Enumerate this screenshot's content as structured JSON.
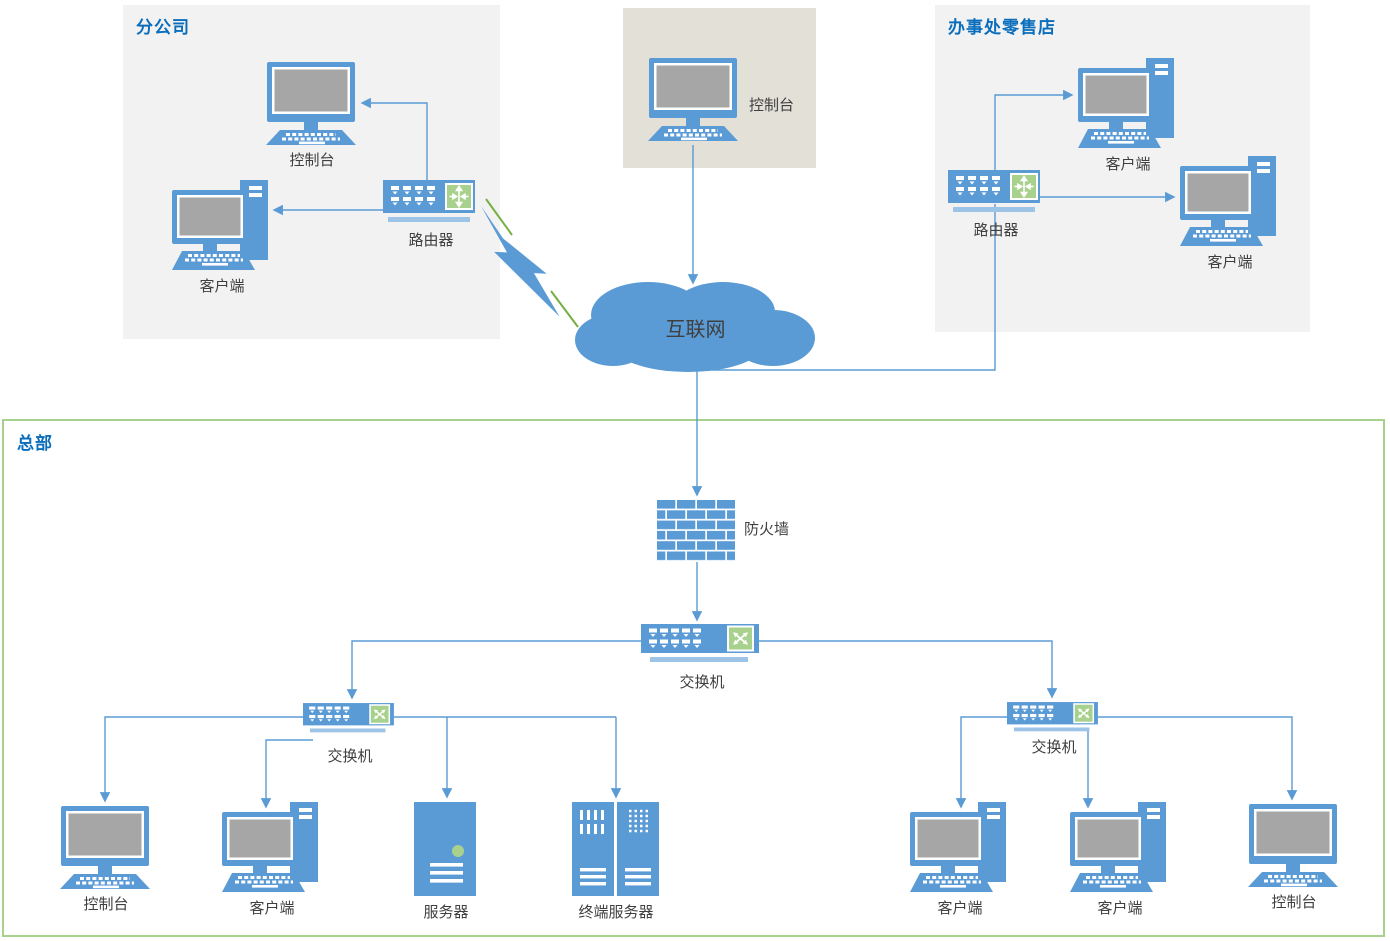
{
  "regions": {
    "branch": {
      "title": "分公司"
    },
    "retail": {
      "title": "办事处零售店"
    },
    "hq": {
      "title": "总部"
    }
  },
  "nodes": {
    "branch_console": {
      "label": "控制台",
      "type": "console"
    },
    "branch_client": {
      "label": "客户端",
      "type": "client"
    },
    "branch_router": {
      "label": "路由器",
      "type": "router"
    },
    "top_console": {
      "label": "控制台",
      "type": "console"
    },
    "retail_router": {
      "label": "路由器",
      "type": "router"
    },
    "retail_client_1": {
      "label": "客户端",
      "type": "client"
    },
    "retail_client_2": {
      "label": "客户端",
      "type": "client"
    },
    "internet_cloud": {
      "label": "互联网",
      "type": "cloud"
    },
    "firewall": {
      "label": "防火墙",
      "type": "firewall"
    },
    "core_switch": {
      "label": "交换机",
      "type": "switch"
    },
    "left_switch": {
      "label": "交换机",
      "type": "switch"
    },
    "right_switch": {
      "label": "交换机",
      "type": "switch"
    },
    "hq_console_left": {
      "label": "控制台",
      "type": "console"
    },
    "hq_client_left": {
      "label": "客户端",
      "type": "client"
    },
    "server": {
      "label": "服务器",
      "type": "server"
    },
    "terminal_server": {
      "label": "终端服务器",
      "type": "terminal-server"
    },
    "hq_client_right_1": {
      "label": "客户端",
      "type": "client"
    },
    "hq_client_right_2": {
      "label": "客户端",
      "type": "client"
    },
    "hq_console_right": {
      "label": "控制台",
      "type": "console"
    }
  },
  "colors": {
    "device_blue": "#5B9BD5",
    "device_shadow_blue": "#9DC3E6",
    "screen_gray": "#A6A6A6",
    "module_green": "#A9D18E",
    "link_green": "#76B043",
    "connector_blue": "#5B9BD5",
    "region_title_blue": "#0A6EBD",
    "label_gray": "#3F3F3F",
    "panel_gray": "#F2F2F2",
    "console_area_bg": "#E3E0D8",
    "hq_border_green": "#A9D18E"
  }
}
